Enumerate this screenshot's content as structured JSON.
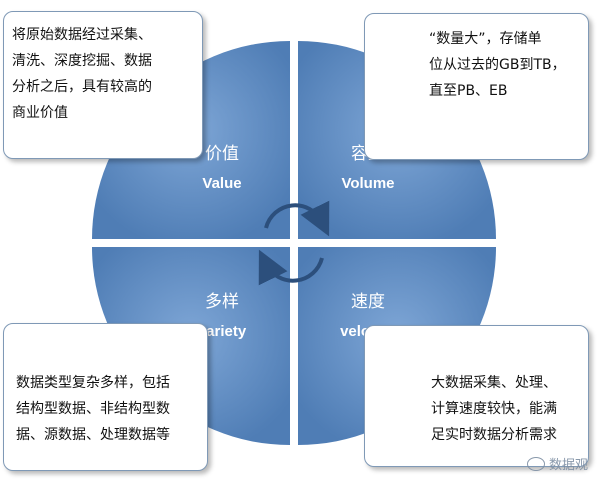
{
  "boxes": {
    "top_left": "将原始数据经过采集、\n清洗、深度挖掘、数据\n分析之后，具有较高的\n商业价值",
    "top_right": "“数量大”，存储单\n位从过去的GB到TB，\n直至PB、EB",
    "bottom_left": "数据类型复杂多样，包括\n结构型数据、非结构型数\n据、源数据、处理数据等",
    "bottom_right": "大数据采集、处理、\n计算速度较快，能满\n足实时数据分析需求"
  },
  "quadrants": {
    "value": {
      "title": "价值",
      "subtitle": "Value"
    },
    "volume": {
      "title": "容量",
      "subtitle": "Volume"
    },
    "variety": {
      "title": "多样",
      "subtitle": "variety"
    },
    "velocity": {
      "title": "速度",
      "subtitle": "velocity"
    }
  },
  "watermark": "数据观",
  "colors": {
    "circle_fill": "#5f89bf",
    "box_border": "#7f99b6",
    "arrow": "#2c4f7c"
  }
}
